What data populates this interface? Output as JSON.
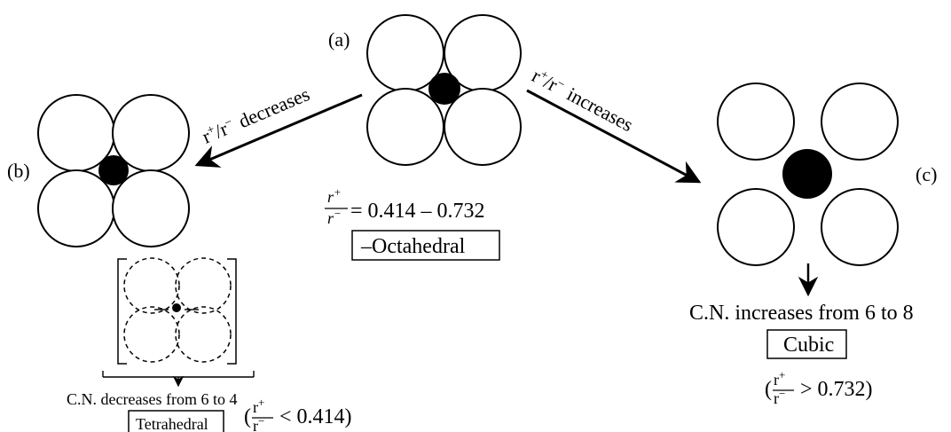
{
  "figure": {
    "panel_a": {
      "label": "(a)",
      "ratio_numerator": "r",
      "ratio_numerator_sup": "+",
      "ratio_denominator": "r",
      "ratio_denominator_sup": "−",
      "ratio_range": "= 0.414 – 0.732",
      "geometry": "–Octahedral"
    },
    "panel_b": {
      "label": "(b)",
      "arrow_text_r1": "r",
      "arrow_text_sup1": "+",
      "arrow_text_slash": "/r",
      "arrow_text_sup2": "−",
      "arrow_text_word": "decreases",
      "cn_text": "C.N. decreases from 6 to 4",
      "geometry": "Tetrahedral",
      "ratio_numerator": "r",
      "ratio_numerator_sup": "+",
      "ratio_denominator": "r",
      "ratio_denominator_sup": "−",
      "ratio_condition": "< 0.414)",
      "open_paren": "("
    },
    "panel_c": {
      "label": "(c)",
      "arrow_text_r1": "r",
      "arrow_text_sup1": "+",
      "arrow_text_slash": "/r",
      "arrow_text_sup2": "−",
      "arrow_text_word": "increases",
      "cn_text": "C.N. increases from 6 to 8",
      "geometry": "Cubic",
      "ratio_numerator": "r",
      "ratio_numerator_sup": "+",
      "ratio_denominator": "r",
      "ratio_denominator_sup": "−",
      "ratio_condition": "> 0.732)",
      "open_paren": "("
    }
  },
  "colors": {
    "ink": "#000000",
    "paper": "#ffffff"
  }
}
